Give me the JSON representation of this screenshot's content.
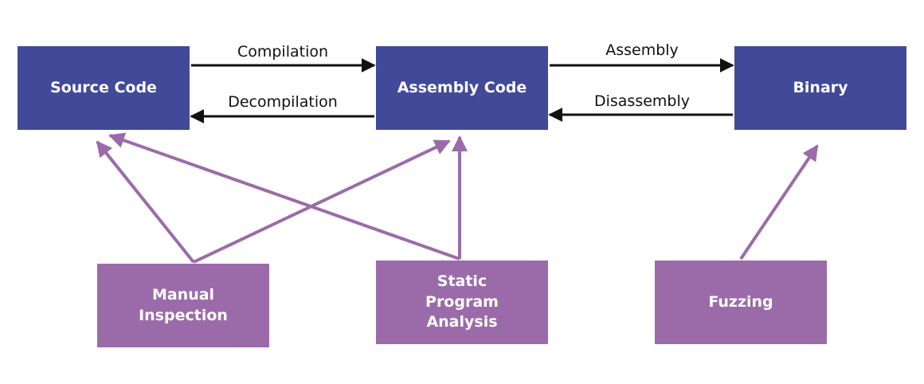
{
  "nodes": {
    "source_code": "Source Code",
    "assembly_code": "Assembly Code",
    "binary": "Binary",
    "manual_inspection": "Manual Inspection",
    "static_program_analysis": "Static Program Analysis",
    "fuzzing": "Fuzzing"
  },
  "edges": {
    "compilation": "Compilation",
    "decompilation": "Decompilation",
    "assembly": "Assembly",
    "disassembly": "Disassembly"
  },
  "colors": {
    "top_box": "#414a99",
    "bottom_box": "#9b6ba9",
    "black_arrow": "#111111",
    "purple_arrow": "#9b6ba9"
  }
}
